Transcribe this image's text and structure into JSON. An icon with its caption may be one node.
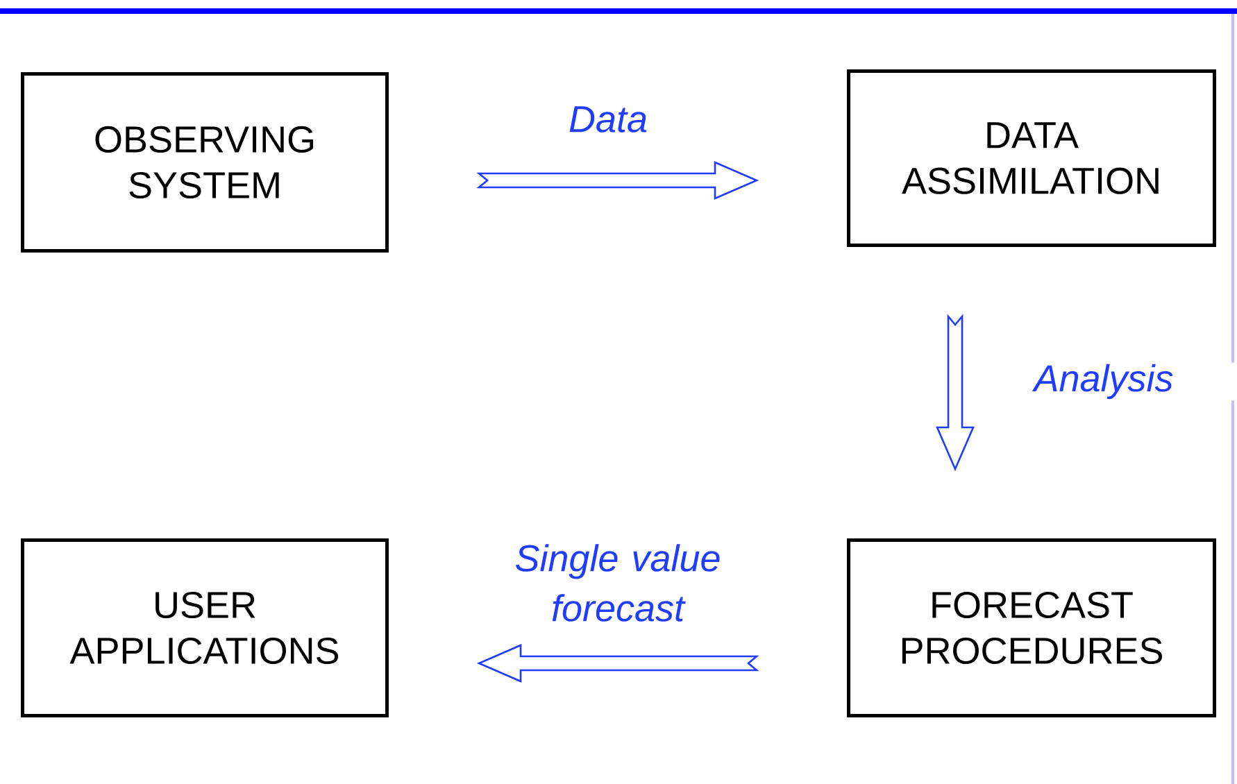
{
  "diagram": {
    "nodes": [
      {
        "text": [
          "OBSERVING SYSTEM"
        ]
      },
      {
        "text": [
          "DATA ASSIMILATION"
        ]
      },
      {
        "text": [
          "FORECAST PROCEDURES"
        ]
      },
      {
        "text": [
          "USER APPLICATIONS"
        ]
      }
    ],
    "edges": [
      {
        "from": 0,
        "to": 1,
        "arrow": "to",
        "label": "Data"
      },
      {
        "from": 1,
        "to": 2,
        "arrow": "to",
        "label": "Analysis"
      },
      {
        "from": 2,
        "to": 3,
        "arrow": "to",
        "label": "Single value forecast"
      }
    ]
  }
}
